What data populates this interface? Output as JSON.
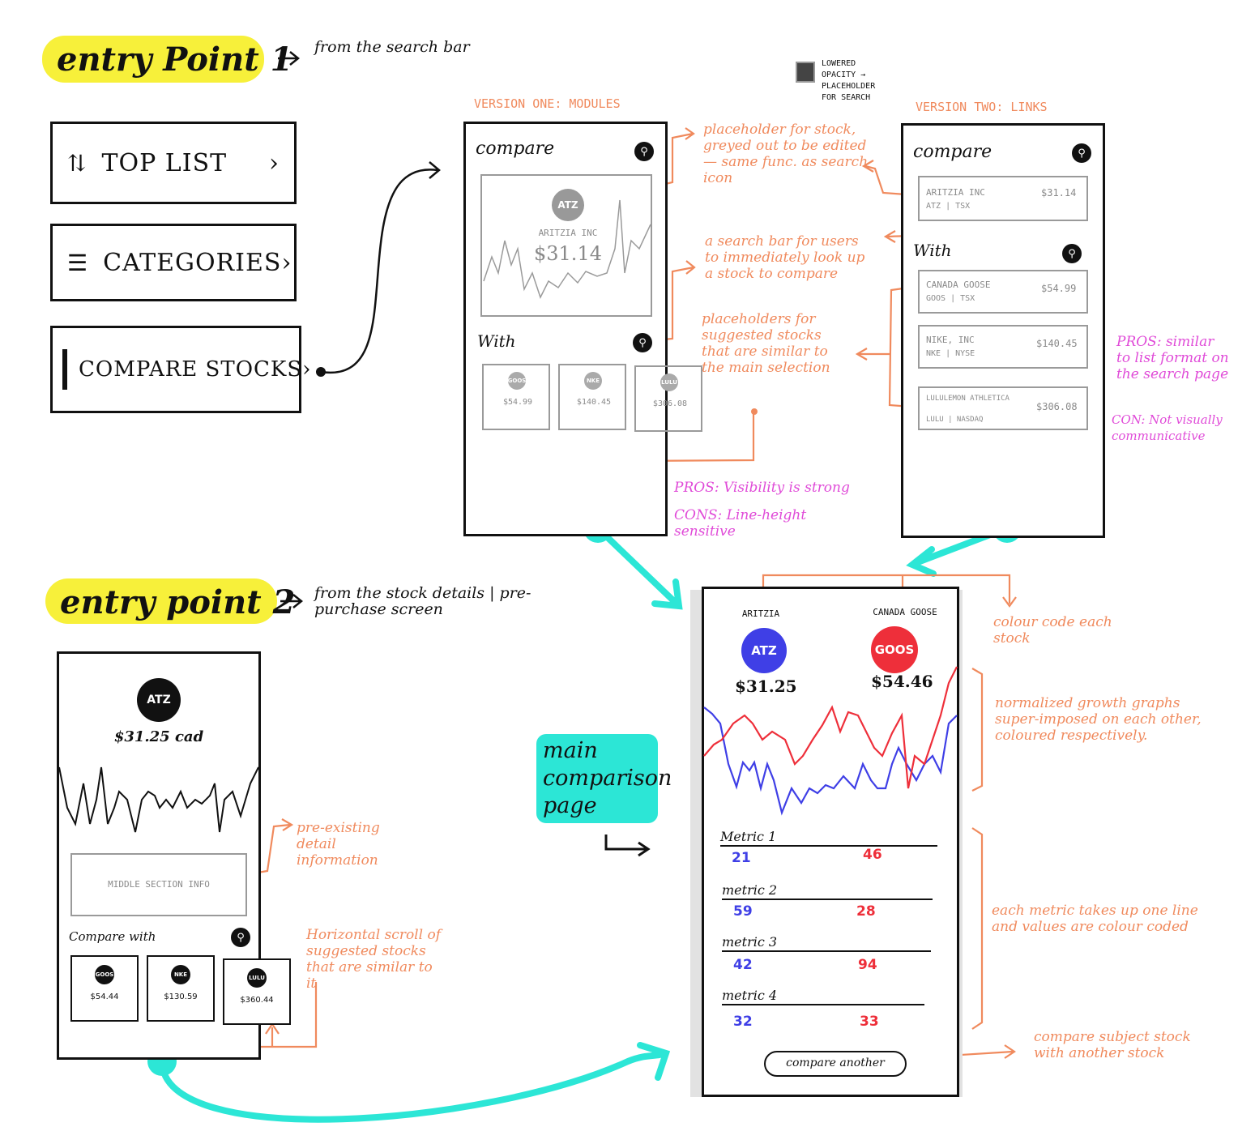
{
  "entry1": {
    "title": "entry Point 1",
    "note": "from the search bar",
    "menu": [
      {
        "icon": "sort-arrows-icon",
        "label": "TOP LIST"
      },
      {
        "icon": "list-icon",
        "label": "CATEGORIES"
      },
      {
        "icon": "compare-icon",
        "label": "COMPARE STOCKS"
      }
    ]
  },
  "version_one": {
    "header": "VERSION ONE: MODULES",
    "compare_title": "compare",
    "main_stock": {
      "ticker": "ATZ",
      "name": "ARITZIA INC",
      "price": "$31.14"
    },
    "with_title": "With",
    "suggested": [
      {
        "ticker": "GOOS",
        "price": "$54.99"
      },
      {
        "ticker": "NKE",
        "price": "$140.45"
      },
      {
        "ticker": "LULU",
        "price": "$306.08"
      }
    ],
    "pros": "PROS: Visibility is strong",
    "cons": "CONS: Line-height sensitive"
  },
  "lowered_opacity_note": "LOWERED OPACITY → PLACEHOLDER FOR SEARCH",
  "annotations_v1": {
    "placeholder_stock": "placeholder for stock, greyed out to be edited — same func. as search icon",
    "search_bar": "a search bar for users to immediately look up a stock to compare",
    "suggested": "placeholders for suggested stocks that are similar to the main selection"
  },
  "version_two": {
    "header": "VERSION TWO: LINKS",
    "compare_title": "compare",
    "main_stock": {
      "name": "ARITZIA INC",
      "sub": "ATZ | TSX",
      "price": "$31.14"
    },
    "with_title": "With",
    "list": [
      {
        "name": "CANADA GOOSE",
        "sub": "GOOS | TSX",
        "price": "$54.99"
      },
      {
        "name": "NIKE, INC",
        "sub": "NKE | NYSE",
        "price": "$140.45"
      },
      {
        "name": "LULULEMON ATHLETICA",
        "sub": "LULU | NASDAQ",
        "price": "$306.08"
      }
    ],
    "pros": "PROS: similar to list format on the search page",
    "con": "CON: Not visually communicative"
  },
  "entry2": {
    "title": "entry point 2",
    "note": "from the stock details | pre-purchase screen",
    "stock": {
      "ticker": "ATZ",
      "price": "$31.25 cad"
    },
    "middle": "MIDDLE SECTION INFO",
    "compare_with": "Compare with",
    "suggested": [
      {
        "ticker": "GOOS",
        "price": "$54.44"
      },
      {
        "ticker": "NKE",
        "price": "$130.59"
      },
      {
        "ticker": "LULU",
        "price": "$360.44"
      }
    ],
    "pre_existing": "pre-existing detail information",
    "horizontal_scroll": "Horizontal scroll of suggested stocks that are similar to it"
  },
  "main_label": "main comparison page",
  "comparison": {
    "left": {
      "name": "ARITZIA",
      "ticker": "ATZ",
      "price": "$31.25",
      "color": "#3f3fe6"
    },
    "right": {
      "name": "CANADA GOOSE",
      "ticker": "GOOS",
      "price": "$54.46",
      "color": "#ee2f3a"
    },
    "metrics": [
      {
        "label": "Metric 1",
        "left": "21",
        "right": "46"
      },
      {
        "label": "metric 2",
        "left": "59",
        "right": "28"
      },
      {
        "label": "metric 3",
        "left": "42",
        "right": "94"
      },
      {
        "label": "metric 4",
        "left": "32",
        "right": "33"
      }
    ],
    "button": "compare another"
  },
  "annotations_main": {
    "colour_code": "colour code each stock",
    "graphs": "normalized growth graphs super-imposed on each other, coloured respectively.",
    "metrics": "each metric takes up one line and values are colour coded",
    "compare_another": "compare subject stock with another stock"
  },
  "colors": {
    "orange": "#f08a5d",
    "pink": "#e04bd8",
    "cyan": "#2ce6d6",
    "yellow": "#f7f03a"
  }
}
